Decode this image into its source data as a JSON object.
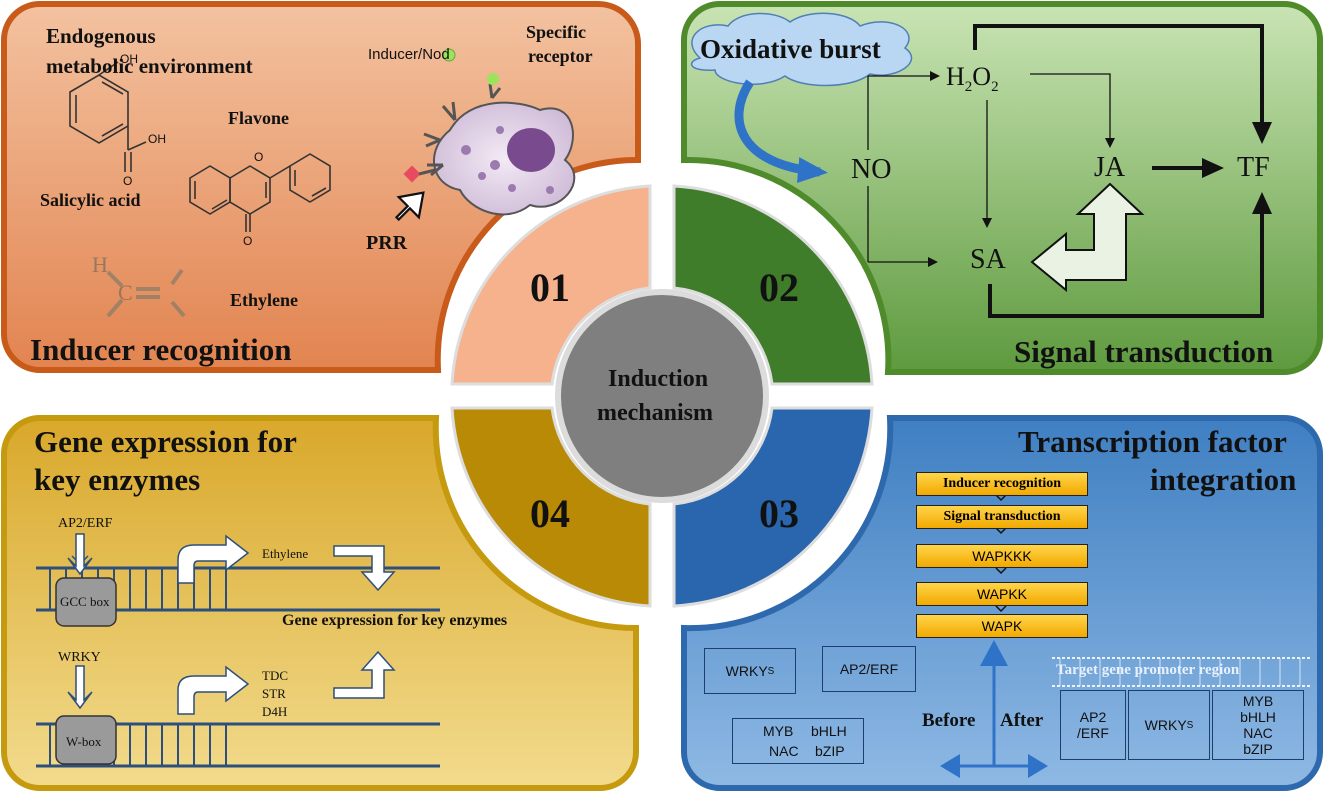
{
  "center": {
    "line1": "Induction",
    "line2": "mechanism"
  },
  "quadrant_numbers": {
    "q1": "01",
    "q2": "02",
    "q3": "03",
    "q4": "04"
  },
  "panel1": {
    "title": "Inducer recognition",
    "env_line1": "Endogenous",
    "env_line2": "metabolic environment",
    "salicylic": "Salicylic acid",
    "flavone": "Flavone",
    "ethylene": "Ethylene",
    "inducer": "Inducer/Nod",
    "receptor_line1": "Specific",
    "receptor_line2": "receptor",
    "prr": "PRR",
    "oh1": "OH",
    "oh2": "OH",
    "o1": "O",
    "o2": "O",
    "o3": "O",
    "h": "H",
    "c": "C"
  },
  "panel2": {
    "title": "Signal transduction",
    "burst": "Oxidative burst",
    "h2o2_h": "H",
    "h2o2_2a": "2",
    "h2o2_o": "O",
    "h2o2_2b": "2",
    "no": "NO",
    "ja": "JA",
    "tf": "TF",
    "sa": "SA"
  },
  "panel3": {
    "title_line1": "Transcription factor",
    "title_line2": "integration",
    "cascade": [
      "Inducer recognition",
      "Signal transduction",
      "WAPKKK",
      "WAPKK",
      "WAPK"
    ],
    "wrkys_base": "WRKY",
    "wrkys_sub": "S",
    "ap2erf": "AP2/ERF",
    "myb": "MYB",
    "bhlh": "bHLH",
    "nac": "NAC",
    "bzip": "bZIP",
    "before": "Before",
    "after": "After",
    "promoter": "Target gene promoter region",
    "target_ap2_line1": "AP2",
    "target_ap2_line2": "/ERF"
  },
  "panel4": {
    "title_line1": "Gene expression for",
    "title_line2": "key enzymes",
    "ap2erf": "AP2/ERF",
    "gcc": "GCC box",
    "ethylene": "Ethylene",
    "gene_expr": "Gene expression for key enzymes",
    "wrky": "WRKY",
    "wbox": "W-box",
    "tdc": "TDC",
    "str": "STR",
    "d4h": "D4H"
  },
  "colors": {
    "q1_panel": "#eaa074",
    "q1_border": "#c85a1a",
    "q1_wedge": "#f5b28c",
    "q2_panel": "#86b86a",
    "q2_border": "#4f8a2b",
    "q2_wedge": "#3f7d2a",
    "q3_panel": "#6a9fd1",
    "q3_border": "#2e69ad",
    "q3_wedge": "#2a66ad",
    "q4_panel": "#e4c25c",
    "q4_border": "#c59a0e",
    "q4_wedge": "#b88a05",
    "center": "#7f7f7f",
    "cascade_box": "#f5b800"
  }
}
